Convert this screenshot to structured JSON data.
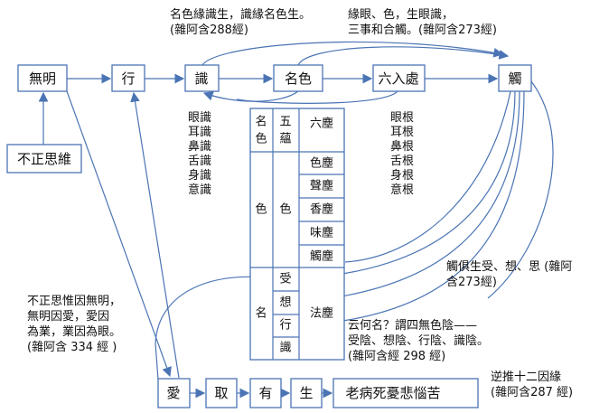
{
  "chain": {
    "wuming": "無明",
    "xing": "行",
    "shi": "識",
    "mingse": "名色",
    "liuru": "六入處",
    "chu": "觸",
    "buzheng": "不正思維"
  },
  "bottom": {
    "ai": "愛",
    "qu": "取",
    "you": "有",
    "sheng": "生",
    "laobing": "老病死憂悲惱苦"
  },
  "notes": {
    "n288_1": "名色緣識生，識緣名色生。",
    "n288_2": "(雜阿含288經)",
    "n273_1": "緣眼、色，生眼識，",
    "n273_2": "三事和合觸。(雜阿含273經)",
    "chusheng_1": "觸俱生受、想、思 (雜阿",
    "chusheng_2": "含273經)",
    "n298_1": "云何名？謂四無色陰——",
    "n298_2": "受陰、想陰、行陰、識陰。",
    "n298_3": "(雜阿含經 298 經)",
    "n287_1": "逆推十二因緣",
    "n287_2": "(雜阿含287 經)",
    "n334_1": "不正思惟因無明，",
    "n334_2": "無明因愛，愛因",
    "n334_3": "為業，業因為眼。",
    "n334_4": "(雜阿含 334 經 )"
  },
  "consciousness": [
    "眼識",
    "耳識",
    "鼻識",
    "舌識",
    "身識",
    "意識"
  ],
  "roots": [
    "眼根",
    "耳根",
    "鼻根",
    "舌根",
    "身根",
    "意根"
  ],
  "table": {
    "h1a": "名",
    "h1b": "色",
    "h2a": "五",
    "h2b": "蘊",
    "h3": "六塵",
    "se": "色",
    "se2": "色",
    "dusts": [
      "色塵",
      "聲塵",
      "香塵",
      "味塵",
      "觸塵"
    ],
    "ming": "名",
    "skandhas": [
      "受",
      "想",
      "行",
      "識"
    ],
    "fachen": "法塵"
  },
  "colors": {
    "line": "#4a74b4"
  }
}
